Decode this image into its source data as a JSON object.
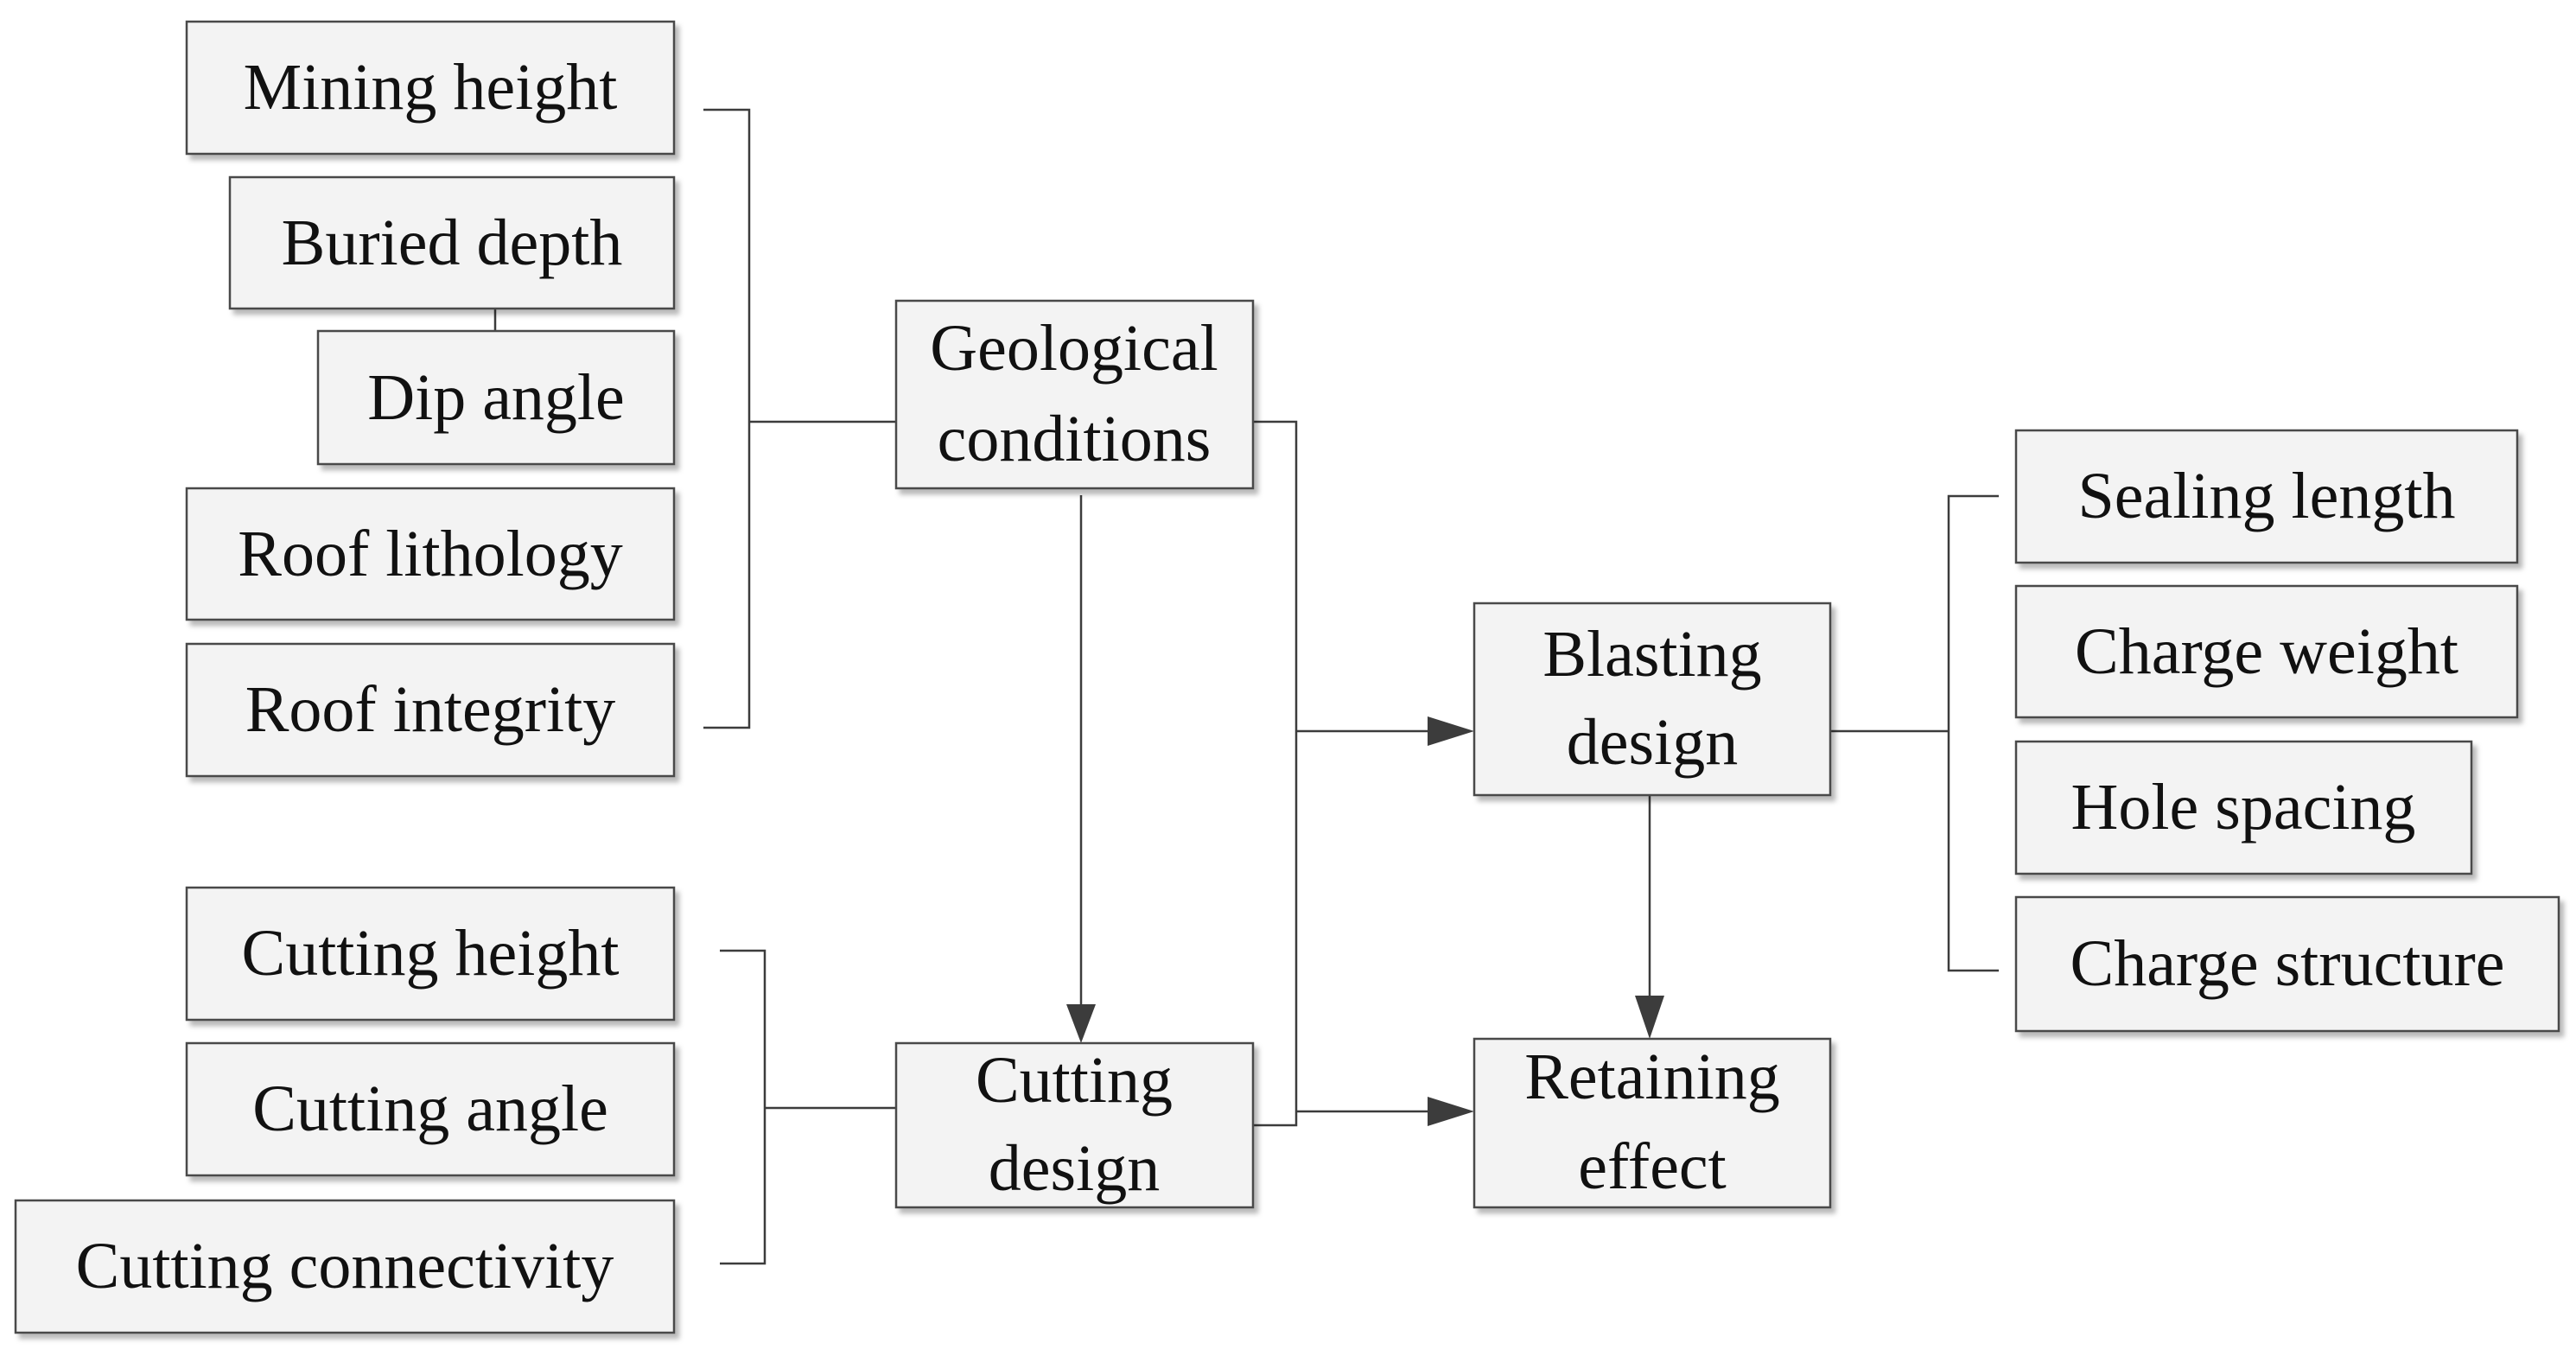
{
  "nodes": {
    "mining_height": "Mining height",
    "buried_depth": "Buried depth",
    "dip_angle": "Dip angle",
    "roof_lithology": "Roof lithology",
    "roof_integrity": "Roof integrity",
    "geological_conditions": [
      "Geological",
      "conditions"
    ],
    "cutting_height": "Cutting height",
    "cutting_angle": "Cutting angle",
    "cutting_connectivity": "Cutting connectivity",
    "cutting_design": [
      "Cutting",
      "design"
    ],
    "blasting_design": [
      "Blasting",
      "design"
    ],
    "retaining_effect": [
      "Retaining",
      "effect"
    ],
    "sealing_length": "Sealing length",
    "charge_weight": "Charge weight",
    "hole_spacing": "Hole spacing",
    "charge_structure": "Charge structure"
  }
}
